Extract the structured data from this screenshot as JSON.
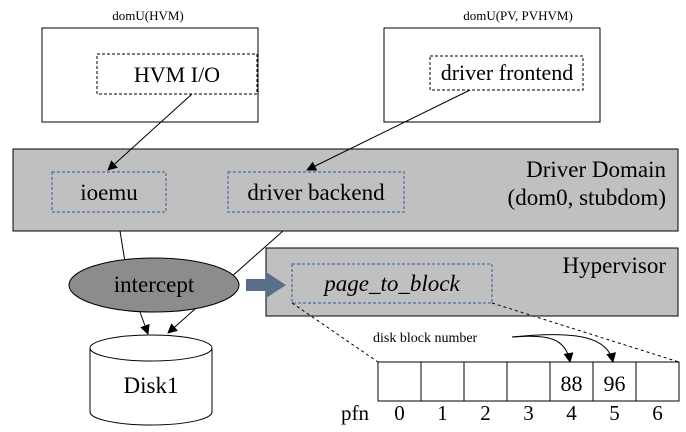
{
  "domu_hvm": {
    "caption": "domU(HVM)",
    "inner_label": "HVM I/O"
  },
  "domu_pv": {
    "caption": "domU(PV, PVHVM)",
    "inner_label": "driver frontend"
  },
  "driver_domain": {
    "title_line1": "Driver Domain",
    "title_line2": "(dom0, stubdom)",
    "ioemu_label": "ioemu",
    "backend_label": "driver backend"
  },
  "intercept": {
    "label": "intercept"
  },
  "hypervisor": {
    "title": "Hypervisor",
    "function_label": "page_to_block"
  },
  "disk": {
    "label": "Disk1"
  },
  "block_table": {
    "annotation": "disk block number",
    "row_label": "pfn",
    "cells": [
      {
        "pfn": "0",
        "value": ""
      },
      {
        "pfn": "1",
        "value": ""
      },
      {
        "pfn": "2",
        "value": ""
      },
      {
        "pfn": "3",
        "value": ""
      },
      {
        "pfn": "4",
        "value": "88"
      },
      {
        "pfn": "5",
        "value": "96"
      },
      {
        "pfn": "6",
        "value": ""
      }
    ]
  },
  "colors": {
    "domain_fill": "#c0c0c0",
    "intercept_fill": "#8c8c8c",
    "dashed_box": "#4a6fa5",
    "arrow_fill": "#5a6e8a"
  }
}
